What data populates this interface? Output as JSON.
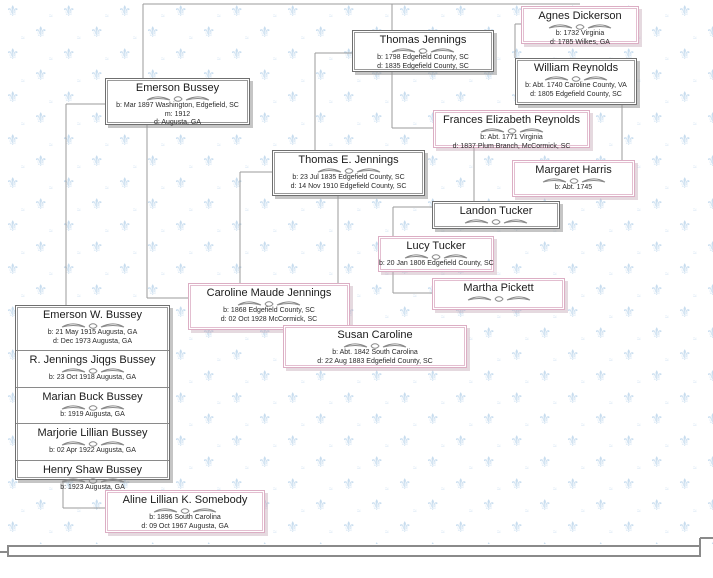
{
  "chart": {
    "title_hint": "family-tree-chart",
    "persons": {
      "agnes": {
        "name": "Agnes Dickerson",
        "details": [
          "b: 1732 Virginia",
          "d: 1785 Wilkes, GA"
        ]
      },
      "thomas_j": {
        "name": "Thomas Jennings",
        "details": [
          "b: 1798 Edgefield County, SC",
          "d: 1835 Edgefield County, SC"
        ]
      },
      "william": {
        "name": "William Reynolds",
        "details": [
          "b: Abt. 1740 Caroline County, VA",
          "d: 1805 Edgefield County, SC"
        ]
      },
      "emerson": {
        "name": "Emerson Bussey",
        "details": [
          "b: Mar 1897 Washington, Edgefield, SC",
          "m: 1912",
          "d: Augusta, GA"
        ]
      },
      "frances": {
        "name": "Frances Elizabeth Reynolds",
        "details": [
          "b: Abt. 1771 Virginia",
          "d: 1837 Plum Branch, McCormick, SC"
        ]
      },
      "thomas_e": {
        "name": "Thomas E. Jennings",
        "details": [
          "b: 23 Jul 1835 Edgefield County, SC",
          "d: 14 Nov 1910 Edgefield County, SC"
        ]
      },
      "margaret": {
        "name": "Margaret Harris",
        "details": [
          "b: Abt. 1745"
        ]
      },
      "landon": {
        "name": "Landon Tucker",
        "details": []
      },
      "lucy": {
        "name": "Lucy Tucker",
        "details": [
          "b: 20 Jan 1806 Edgefield County, SC"
        ]
      },
      "martha": {
        "name": "Martha Pickett",
        "details": []
      },
      "caroline": {
        "name": "Caroline Maude Jennings",
        "details": [
          "b: 1868 Edgefield County, SC",
          "d: 02 Oct 1928 McCormick, SC"
        ]
      },
      "susan": {
        "name": "Susan Caroline",
        "details": [
          "b: Abt. 1842 South Carolina",
          "d: 22 Aug 1883 Edgefield County, SC"
        ]
      },
      "aline": {
        "name": "Aline Lillian K. Somebody",
        "details": [
          "b: 1896 South Carolina",
          "d: 09 Oct 1967 Augusta, GA"
        ]
      }
    },
    "children_list": [
      {
        "name": "Emerson W. Bussey",
        "details": [
          "b: 21 May 1915 Augusta, GA",
          "d: Dec 1973 Augusta, GA"
        ]
      },
      {
        "name": "R. Jennings Jiqgs Bussey",
        "details": [
          "b: 23 Oct 1918 Augusta, GA"
        ]
      },
      {
        "name": "Marian Buck Bussey",
        "details": [
          "b: 1919 Augusta, GA"
        ]
      },
      {
        "name": "Marjorie Lillian Bussey",
        "details": [
          "b: 02 Apr 1922 Augusta, GA"
        ]
      },
      {
        "name": "Henry Shaw Bussey",
        "details": [
          "b: 1923 Augusta, GA"
        ]
      }
    ],
    "colors": {
      "box_border_gray": "#6f6f6f",
      "box_border_pink": "#dcaec4",
      "connector_line": "#9b9b9b",
      "wallpaper_motif": "#bed7ec",
      "name_text": "#1b1b1b"
    }
  }
}
